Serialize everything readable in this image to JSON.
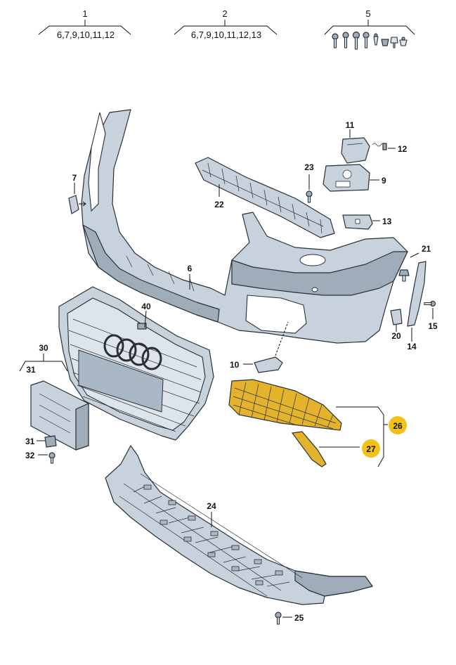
{
  "header": {
    "groups": [
      {
        "number": "1",
        "refs": "6,7,9,10,11,12"
      },
      {
        "number": "2",
        "refs": "6,7,9,10,11,12,13"
      },
      {
        "number": "5",
        "refs": ""
      }
    ]
  },
  "callouts": {
    "c6": "6",
    "c7": "7",
    "c9": "9",
    "c10": "10",
    "c11": "11",
    "c12": "12",
    "c13": "13",
    "c14": "14",
    "c15": "15",
    "c20": "20",
    "c21": "21",
    "c22": "22",
    "c23": "23",
    "c24": "24",
    "c25": "25",
    "c26": "26",
    "c27": "27",
    "c30": "30",
    "c31a": "31",
    "c31b": "31",
    "c32": "32",
    "c40": "40"
  },
  "colors": {
    "part_fill": "#c7d2dd",
    "part_outline": "#2a2f35",
    "highlight_gold": "#e2b32b",
    "badge_yellow": "#f2c21b"
  },
  "highlighted_parts": [
    "26",
    "27"
  ]
}
